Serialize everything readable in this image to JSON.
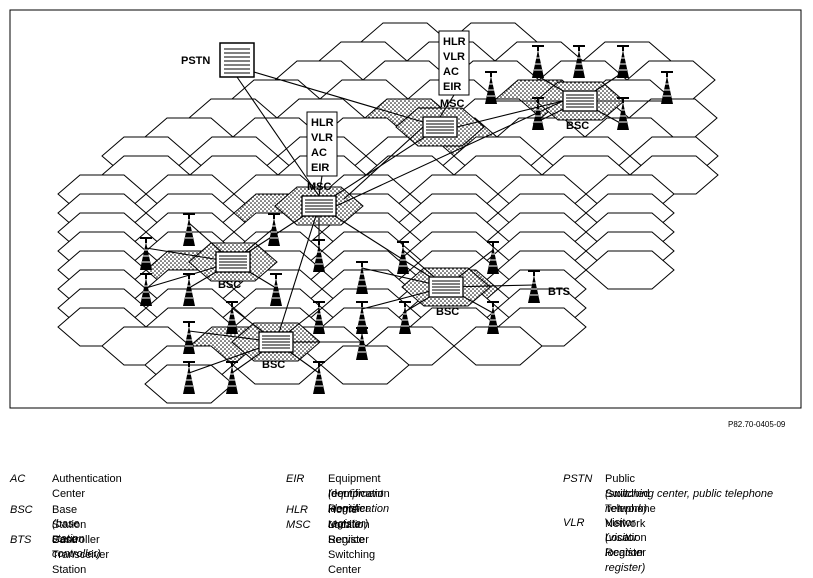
{
  "diagram": {
    "labels": {
      "pstn": "PSTN",
      "msc": "MSC",
      "bsc": "BSC",
      "bts": "BTS",
      "register_lines": [
        "HLR",
        "VLR",
        "AC",
        "EIR"
      ]
    },
    "reference": "P82.70-0405-09"
  },
  "legend": [
    {
      "abbr": "AC",
      "term": "Authentication Center",
      "note": ""
    },
    {
      "abbr": "BSC",
      "term": "Base Station Controller",
      "note": "(base station controller)"
    },
    {
      "abbr": "BTS",
      "term": "Base Transceiver Station",
      "note": ""
    },
    {
      "abbr": "EIR",
      "term": "Equipment Identification Register",
      "note": "(equipment identification register)"
    },
    {
      "abbr": "HLR",
      "term": "Home Location Register",
      "note": ""
    },
    {
      "abbr": "MSC",
      "term": "Mobile Service Switching Center",
      "note": ""
    },
    {
      "abbr": "PSTN",
      "term": "Public Switched Telephone Network",
      "note": "(switching center, public telephone network)"
    },
    {
      "abbr": "VLR",
      "term": "Visitor Location Register",
      "note": "(visitor location register)"
    }
  ]
}
